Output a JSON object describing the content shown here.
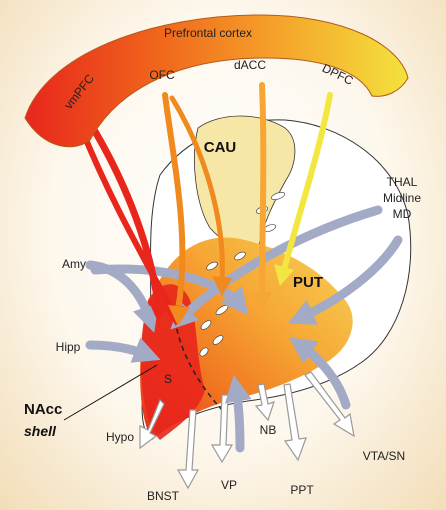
{
  "diagram": {
    "cortex_title": "Prefrontal cortex",
    "cortex_regions": {
      "vmpfc": "vmPFC",
      "ofc": "OFC",
      "dacc": "dACC",
      "dpfc": "DPFC"
    },
    "striatum": {
      "caudate": "CAU",
      "putamen": "PUT",
      "shell_marker": "S"
    },
    "inputs": {
      "thal_line1": "THAL",
      "thal_line2": "Midline",
      "thal_line3": "MD",
      "amygdala": "Amy",
      "hippocampus": "Hipp"
    },
    "outputs": {
      "hypothalamus": "Hypo",
      "bnst": "BNST",
      "vp": "VP",
      "nb": "NB",
      "ppt": "PPT",
      "vta_sn": "VTA/SN"
    },
    "callout": {
      "line1": "NAcc",
      "line2": "shell"
    },
    "colors": {
      "red": "#e8261c",
      "orange": "#f08a1e",
      "light_orange": "#f6b23a",
      "yellow": "#f2e640",
      "blue_gray": "#a3aac6",
      "cream": "#f6e7a6"
    }
  }
}
